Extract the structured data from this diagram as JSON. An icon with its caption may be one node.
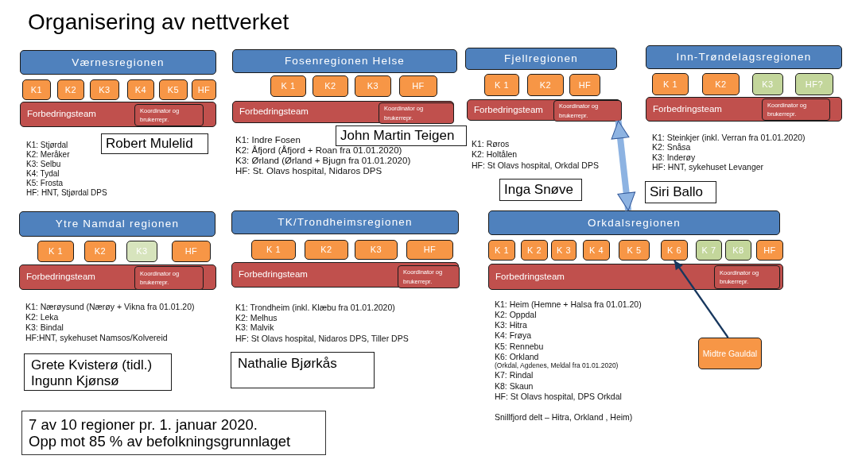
{
  "diagram": {
    "title": "Organisering av nettverket",
    "nodes": [
      {
        "text": [
          "Værnesregionen"
        ]
      },
      {
        "text": [
          "K1"
        ]
      },
      {
        "text": [
          "K2"
        ]
      },
      {
        "text": [
          "K3"
        ]
      },
      {
        "text": [
          "K4"
        ]
      },
      {
        "text": [
          "K5"
        ]
      },
      {
        "text": [
          "HF"
        ]
      },
      {
        "text": [
          "Forbedringsteam"
        ]
      },
      {
        "text": [
          "Koordinator og brukerrepr."
        ],
        "in": 7
      },
      {
        "text": [
          "Robert Mulelid"
        ]
      },
      {
        "text": [
          "Fosenregionen Helse"
        ]
      },
      {
        "text": [
          "K 1"
        ]
      },
      {
        "text": [
          "K2"
        ]
      },
      {
        "text": [
          "K3"
        ]
      },
      {
        "text": [
          "HF"
        ]
      },
      {
        "text": [
          "Forbedringsteam"
        ]
      },
      {
        "text": [
          "Koordinator og brukerrepr."
        ],
        "in": 15
      },
      {
        "text": [
          "John Martin Teigen"
        ]
      },
      {
        "text": [
          "Fjellregionen"
        ]
      },
      {
        "text": [
          "K 1"
        ]
      },
      {
        "text": [
          "K2"
        ]
      },
      {
        "text": [
          "HF"
        ]
      },
      {
        "text": [
          "Forbedringsteam"
        ]
      },
      {
        "text": [
          "Koordinator og brukerrepr."
        ],
        "in": 22
      },
      {
        "text": [
          "Inga Snøve"
        ]
      },
      {
        "text": [
          "Inn-Trøndelagsregionen"
        ]
      },
      {
        "text": [
          "K 1"
        ]
      },
      {
        "text": [
          "K2"
        ]
      },
      {
        "text": [
          "K3"
        ]
      },
      {
        "text": [
          "HF?"
        ]
      },
      {
        "text": [
          "Forbedringsteam"
        ]
      },
      {
        "text": [
          "Koordinator og brukerrepr."
        ],
        "in": 30
      },
      {
        "text": [
          "Siri Ballo"
        ]
      },
      {
        "text": [
          "Ytre Namdal regionen"
        ]
      },
      {
        "text": [
          "K 1"
        ]
      },
      {
        "text": [
          "K2"
        ]
      },
      {
        "text": [
          "K3"
        ]
      },
      {
        "text": [
          "HF"
        ]
      },
      {
        "text": [
          "Forbedringsteam"
        ]
      },
      {
        "text": [
          "Koordinator og brukerrepr."
        ],
        "in": 38
      },
      {
        "text": [
          "Grete Kvisterø (tidl.) Ingunn Kjønsø"
        ]
      },
      {
        "text": [
          "TK/Trondheimsregionen"
        ]
      },
      {
        "text": [
          "K 1"
        ]
      },
      {
        "text": [
          "K2"
        ]
      },
      {
        "text": [
          "K3"
        ]
      },
      {
        "text": [
          "HF"
        ]
      },
      {
        "text": [
          "Forbedringsteam"
        ]
      },
      {
        "text": [
          "Koordinator og brukerrepr."
        ],
        "in": 46
      },
      {
        "text": [
          "Nathalie Bjørkås"
        ]
      },
      {
        "text": [
          "Orkdalsregionen"
        ]
      },
      {
        "text": [
          "K 1"
        ]
      },
      {
        "text": [
          "K 2"
        ]
      },
      {
        "text": [
          "K 3"
        ]
      },
      {
        "text": [
          "K 4"
        ]
      },
      {
        "text": [
          "K 5"
        ]
      },
      {
        "text": [
          "K 6"
        ]
      },
      {
        "text": [
          "K 7"
        ]
      },
      {
        "text": [
          "K8"
        ]
      },
      {
        "text": [
          "HF"
        ]
      },
      {
        "text": [
          "Forbedringsteam"
        ]
      },
      {
        "text": [
          "Koordinator og brukerrepr."
        ],
        "in": 59
      },
      {
        "text": [
          "Midtre Gauldal"
        ]
      },
      {
        "text": [
          "7 av 10 regioner pr. 1. januar 2020.",
          "Opp mot 85 % av befolkningsgrunnlaget"
        ]
      }
    ],
    "edges": [
      {
        "from": 23,
        "to": 49,
        "arrow": "both",
        "style": "thick",
        "color": "#8db3e2"
      },
      {
        "from": 61,
        "to": 55,
        "arrow": "to",
        "color": "#17375e"
      }
    ],
    "labels": [
      "K1: Stjørdal",
      "K2: Meråker",
      "K3: Selbu",
      "K4: Tydal",
      "K5: Frosta",
      "HF: HNT, Stjørdal DPS",
      "K1: Indre Fosen",
      "K2: Åfjord (Åfjord + Roan fra 01.01.2020)",
      "K3: Ørland (Ørland + Bjugn fra 01.01.2020)",
      "HF: St. Olavs hospital, Nidaros DPS",
      "K1: Røros",
      "K2: Holtålen",
      "HF: St Olavs hospital, Orkdal DPS",
      "K1: Steinkjer (inkl. Verran fra 01.01.2020)",
      "K2: Snåsa",
      "K3: Inderøy",
      "HF: HNT, sykehuset Levanger",
      "K1: Nærøysund (Nærøy + Vikna fra 01.01.20)",
      "K2: Leka",
      "K3: Bindal",
      "HF:HNT, sykehuset Namsos/Kolvereid",
      "K1: Trondheim (inkl. Klæbu fra 01.01.2020)",
      "K2: Melhus",
      "K3: Malvik",
      "HF: St Olavs hospital, Nidaros DPS, Tiller DPS",
      "K1: Heim (Hemne + Halsa fra 01.01.20)",
      "K2: Oppdal",
      "K3: Hitra",
      "K4: Frøya",
      "K5: Rennebu",
      "K6: Orkland",
      "(Orkdal, Agdenes, Meldal fra 01.01.2020)",
      "K7: Rindal",
      "K8: Skaun",
      "HF: St Olavs hospital, DPS Orkdal",
      "Snillfjord delt – Hitra, Orkland , Heim)"
    ]
  }
}
